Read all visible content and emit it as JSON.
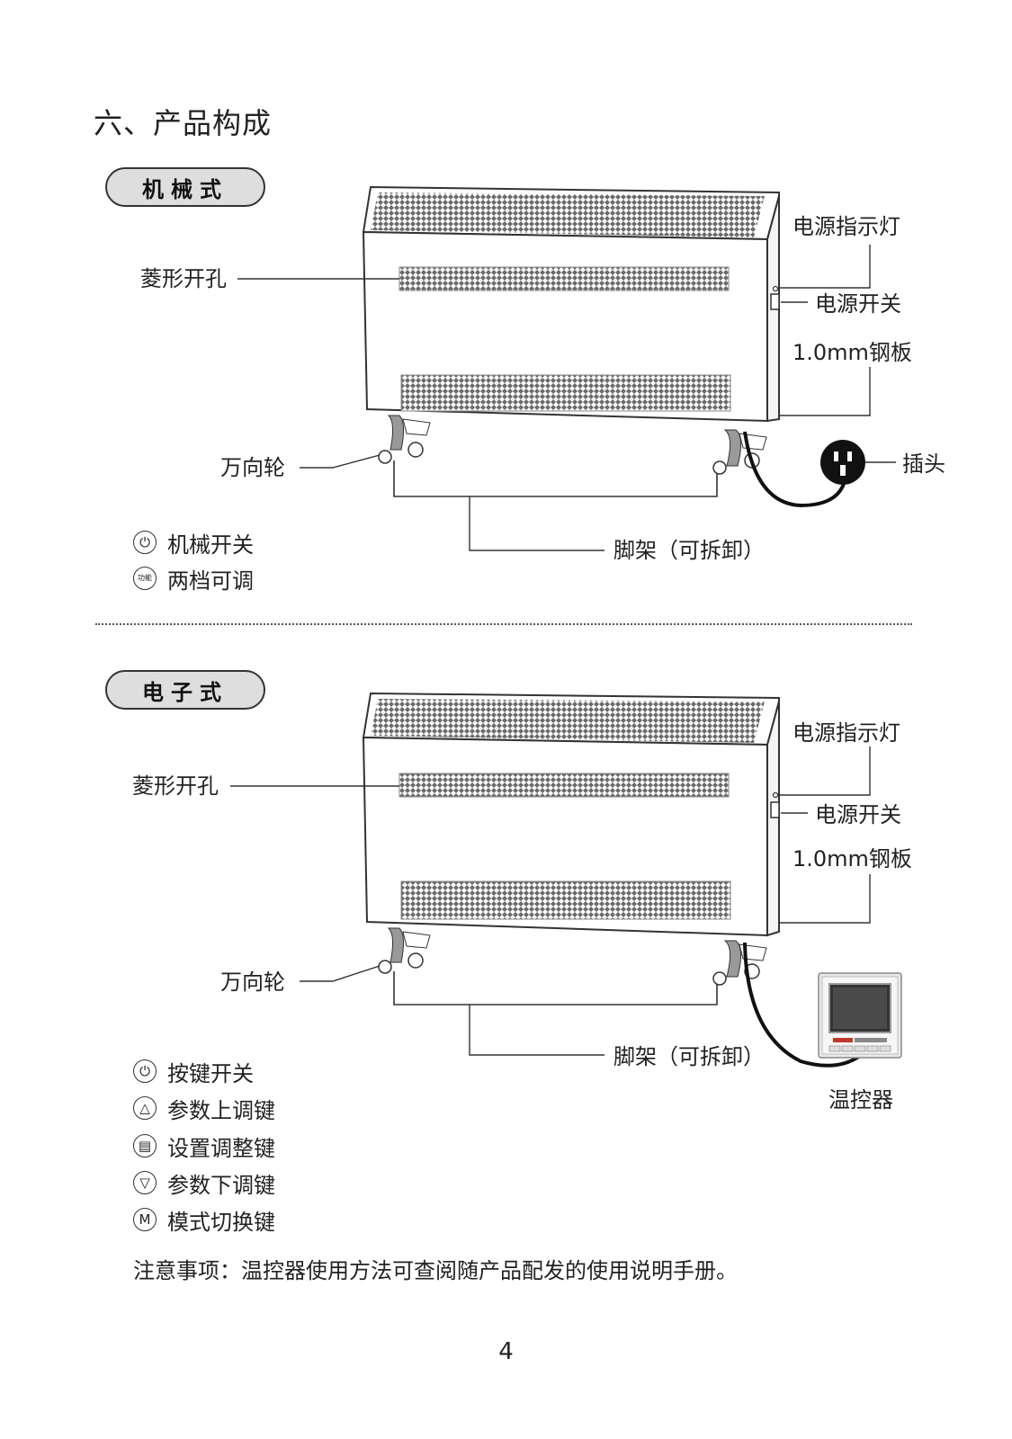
{
  "section_title": "六、产品构成",
  "mechanical": {
    "tag": "机械式",
    "labels": {
      "holes": "菱形开孔",
      "indicator": "电源指示灯",
      "switch": "电源开关",
      "steel": "1.0mm钢板",
      "plug": "插头",
      "casters": "万向轮",
      "stand": "脚架（可拆卸）"
    },
    "controls": [
      {
        "icon": "power-icon",
        "glyph": "⏻",
        "label": "机械开关"
      },
      {
        "icon": "function-icon",
        "glyph": "功能",
        "label": "两档可调"
      }
    ]
  },
  "electronic": {
    "tag": "电子式",
    "labels": {
      "holes": "菱形开孔",
      "indicator": "电源指示灯",
      "switch": "电源开关",
      "steel": "1.0mm钢板",
      "casters": "万向轮",
      "stand": "脚架（可拆卸）",
      "thermostat": "温控器"
    },
    "controls": [
      {
        "icon": "power-icon",
        "glyph": "⏻",
        "label": "按键开关"
      },
      {
        "icon": "up-triangle-icon",
        "glyph": "△",
        "label": "参数上调键"
      },
      {
        "icon": "settings-book-icon",
        "glyph": "▤",
        "label": "设置调整键"
      },
      {
        "icon": "down-triangle-icon",
        "glyph": "▽",
        "label": "参数下调键"
      },
      {
        "icon": "mode-icon",
        "glyph": "M",
        "label": "模式切换键"
      }
    ]
  },
  "note": "注意事项：温控器使用方法可查阅随产品配发的使用说明手册。",
  "page_number": "4"
}
